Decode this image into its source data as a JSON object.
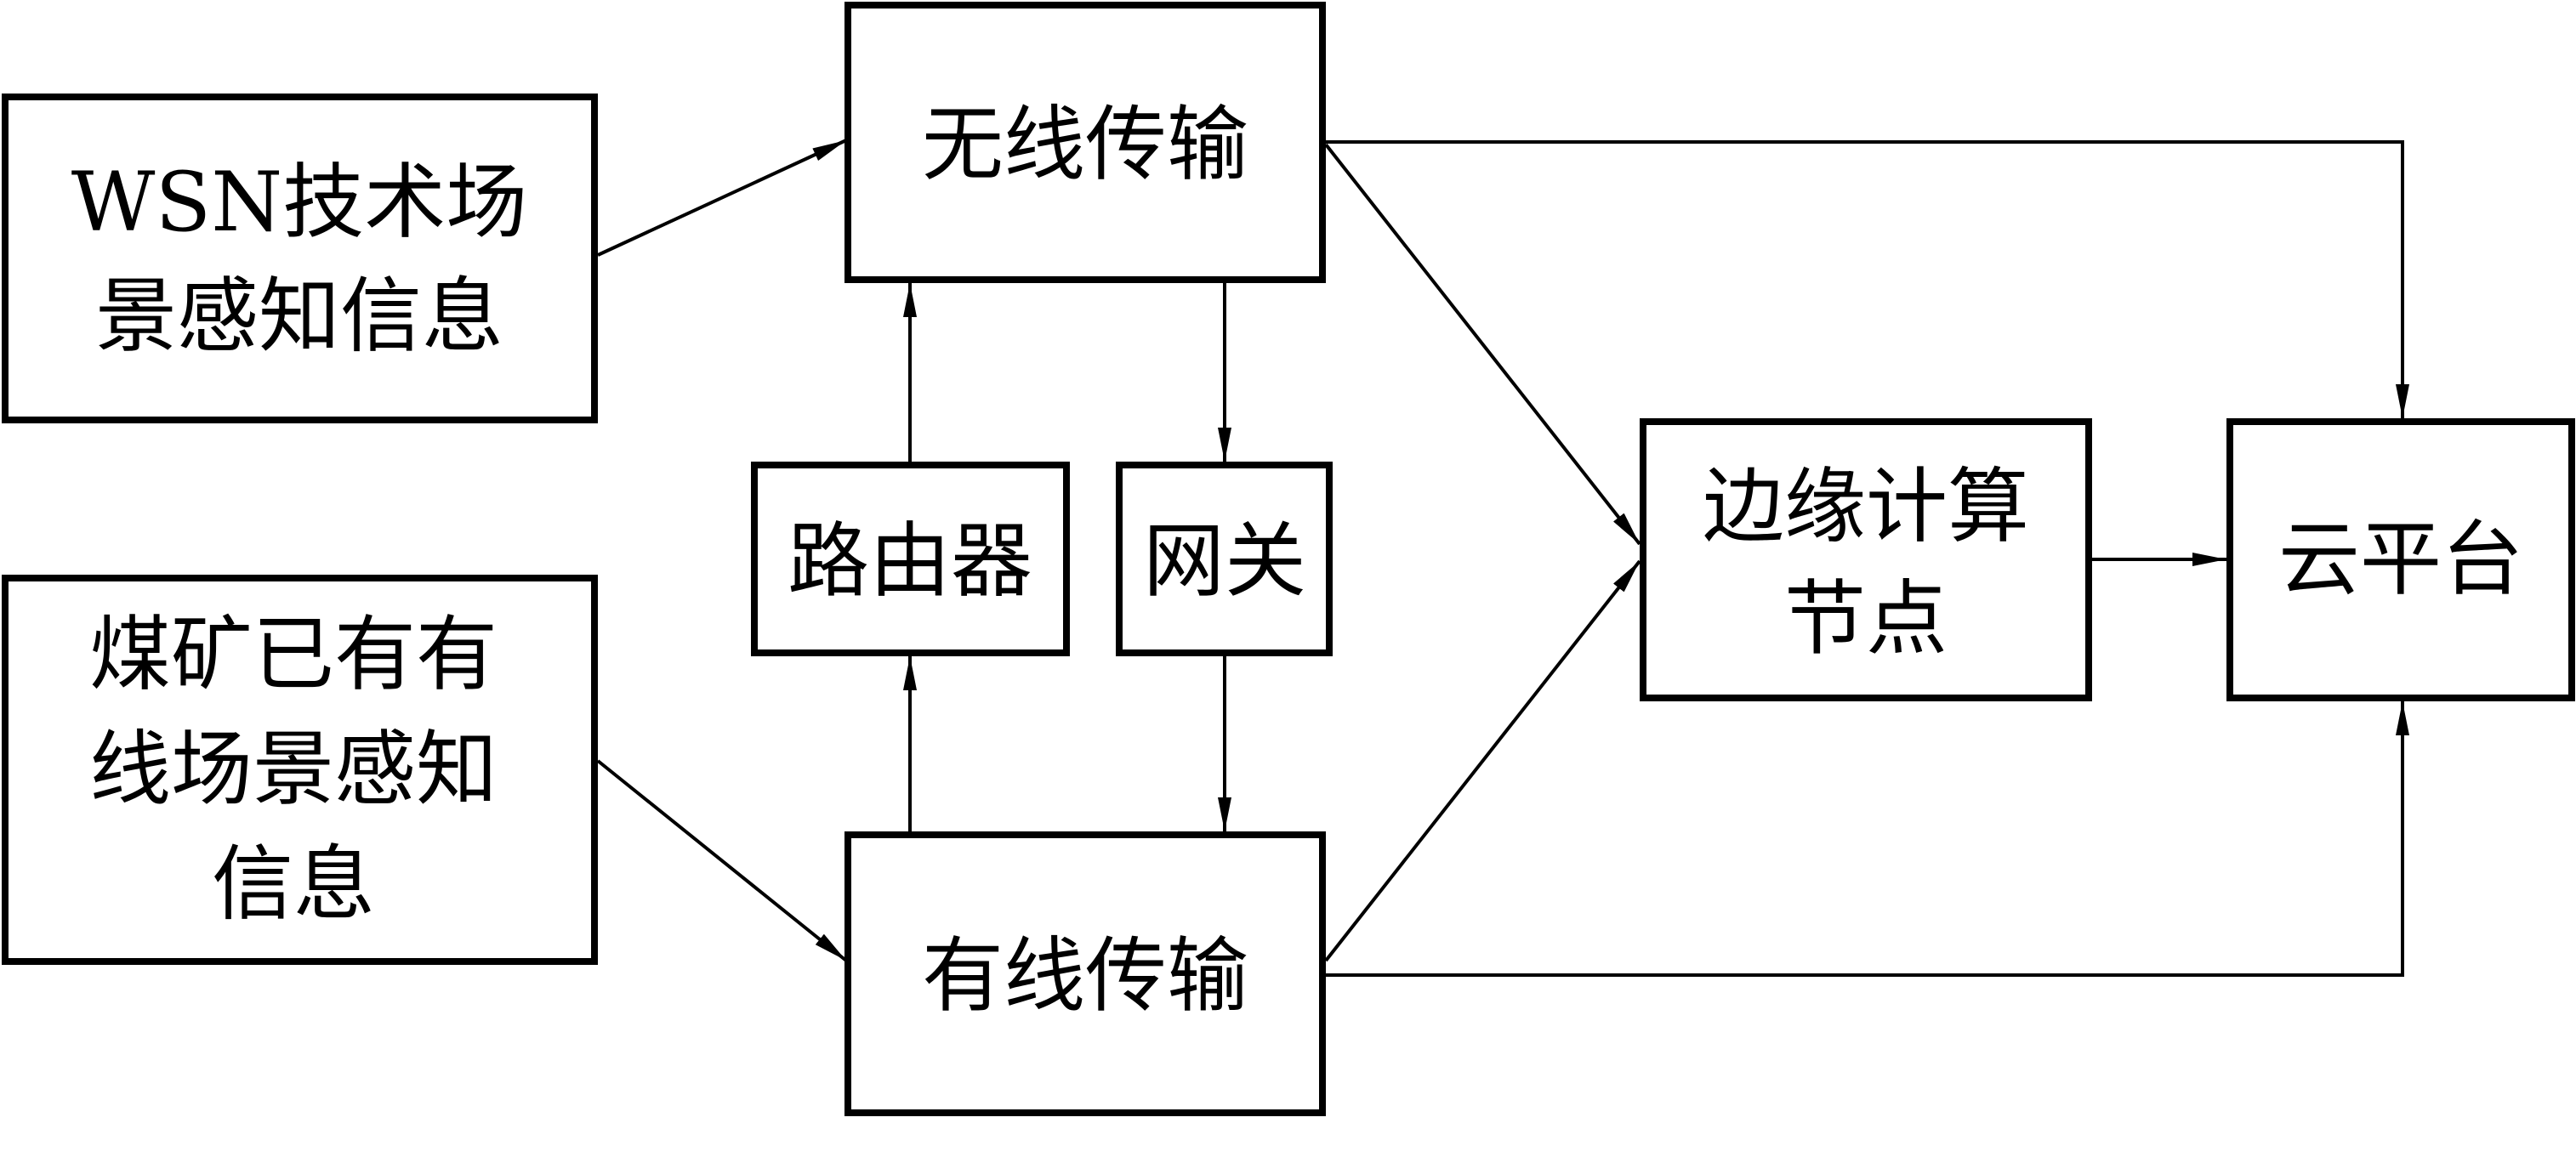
{
  "diagram": {
    "nodes": {
      "wsn": {
        "lines": [
          "WSN技术场",
          "景感知信息"
        ]
      },
      "wired_existing": {
        "lines": [
          "煤矿已有有",
          "线场景感知",
          "信息"
        ]
      },
      "wireless": {
        "lines": [
          "无线传输"
        ]
      },
      "wired": {
        "lines": [
          "有线传输"
        ]
      },
      "router": {
        "lines": [
          "路由器"
        ]
      },
      "gateway": {
        "lines": [
          "网关"
        ]
      },
      "edge": {
        "lines": [
          "边缘计算",
          "节点"
        ]
      },
      "cloud": {
        "lines": [
          "云平台"
        ]
      }
    },
    "edges": [
      {
        "from": "wsn",
        "to": "wireless"
      },
      {
        "from": "wired_existing",
        "to": "wired"
      },
      {
        "from": "router",
        "to": "wireless"
      },
      {
        "from": "wired",
        "to": "router"
      },
      {
        "from": "wireless",
        "to": "gateway"
      },
      {
        "from": "gateway",
        "to": "wired"
      },
      {
        "from": "wireless",
        "to": "edge"
      },
      {
        "from": "wired",
        "to": "edge"
      },
      {
        "from": "wireless",
        "to": "cloud"
      },
      {
        "from": "wired",
        "to": "cloud"
      },
      {
        "from": "edge",
        "to": "cloud"
      }
    ],
    "colors": {
      "stroke": "#000000",
      "background": "#ffffff"
    }
  }
}
